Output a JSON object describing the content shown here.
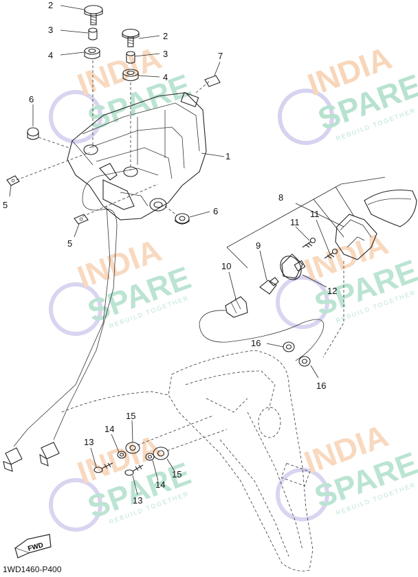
{
  "watermark": {
    "line1": "INDIA",
    "line2": "SPARE",
    "tagline": "REBUILD TOGETHER",
    "colors": {
      "orange": "#f6c9a4",
      "green": "#9fd9bf",
      "purple": "#c9c3ea"
    }
  },
  "diagram_code": "1WD1460-P400",
  "fwd_label": "FWD",
  "callouts": [
    {
      "id": "c-2a",
      "label": "2"
    },
    {
      "id": "c-3a",
      "label": "3"
    },
    {
      "id": "c-4a",
      "label": "4"
    },
    {
      "id": "c-2b",
      "label": "2"
    },
    {
      "id": "c-3b",
      "label": "3"
    },
    {
      "id": "c-4b",
      "label": "4"
    },
    {
      "id": "c-7",
      "label": "7"
    },
    {
      "id": "c-6a",
      "label": "6"
    },
    {
      "id": "c-1",
      "label": "1"
    },
    {
      "id": "c-5a",
      "label": "5"
    },
    {
      "id": "c-5b",
      "label": "5"
    },
    {
      "id": "c-6b",
      "label": "6"
    },
    {
      "id": "c-8",
      "label": "8"
    },
    {
      "id": "c-11a",
      "label": "11"
    },
    {
      "id": "c-11b",
      "label": "11"
    },
    {
      "id": "c-9",
      "label": "9"
    },
    {
      "id": "c-10",
      "label": "10"
    },
    {
      "id": "c-12",
      "label": "12"
    },
    {
      "id": "c-16a",
      "label": "16"
    },
    {
      "id": "c-16b",
      "label": "16"
    },
    {
      "id": "c-15a",
      "label": "15"
    },
    {
      "id": "c-14a",
      "label": "14"
    },
    {
      "id": "c-13a",
      "label": "13"
    },
    {
      "id": "c-15b",
      "label": "15"
    },
    {
      "id": "c-14b",
      "label": "14"
    },
    {
      "id": "c-13b",
      "label": "13"
    }
  ]
}
